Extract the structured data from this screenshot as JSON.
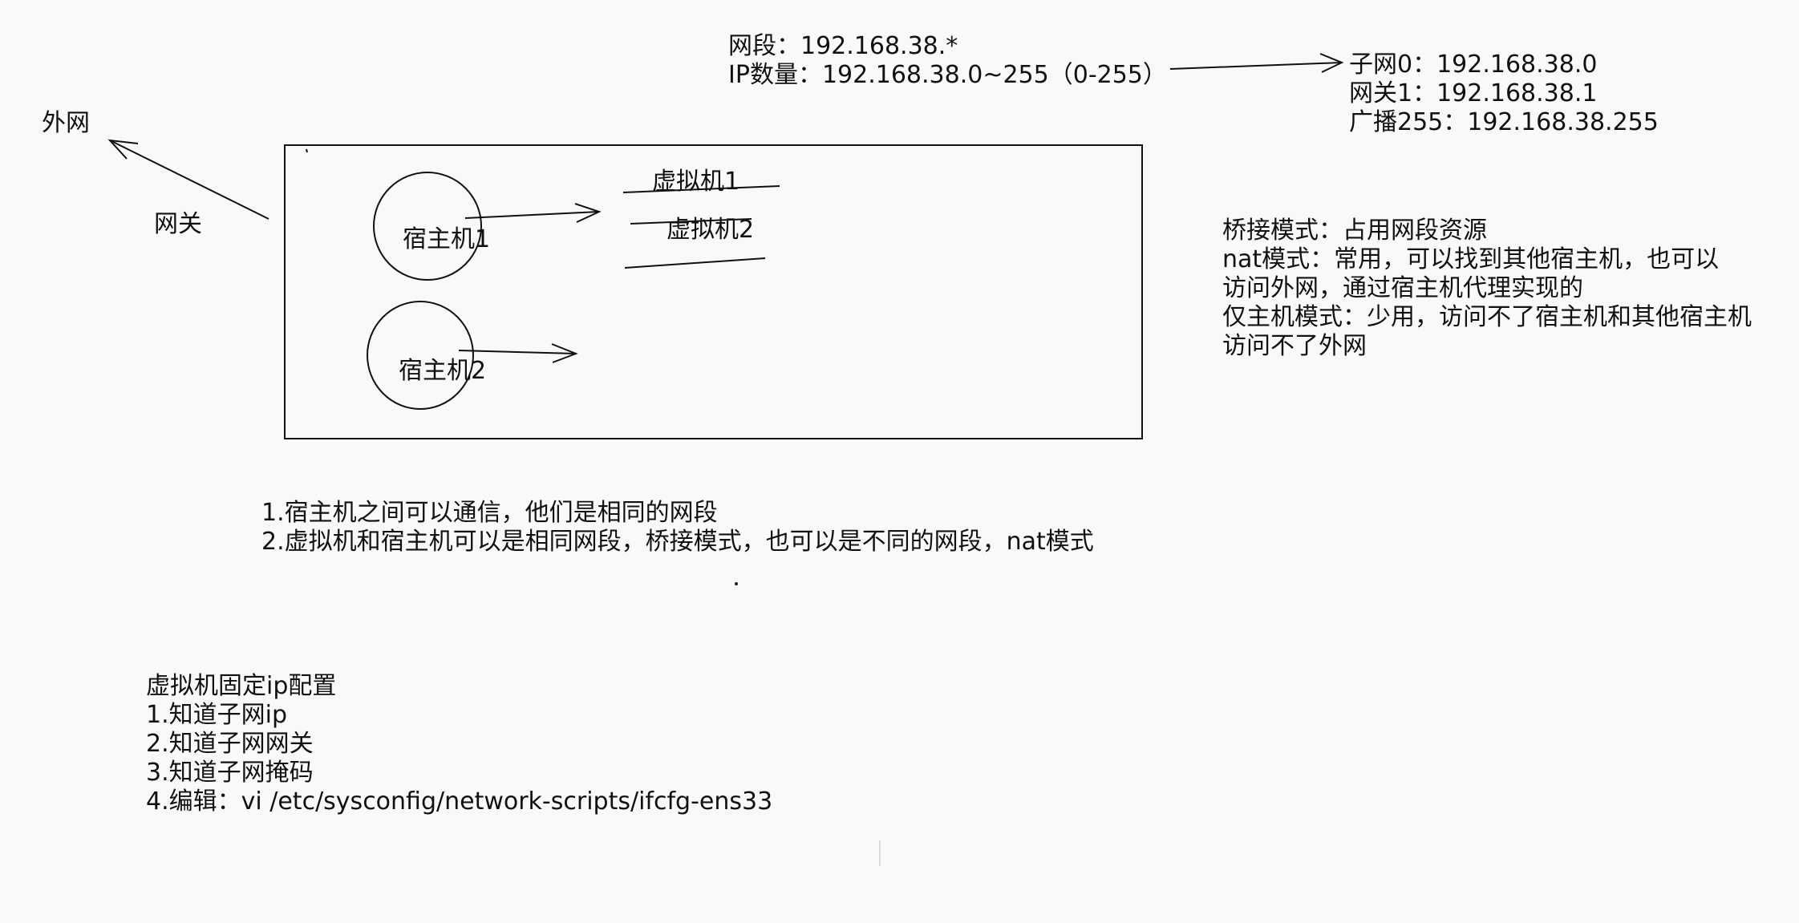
{
  "header_note": {
    "lines": [
      "网段：192.168.38.*",
      "IP数量：192.168.38.0~255（0-255）"
    ]
  },
  "subnet_note": {
    "lines": [
      "子网0：192.168.38.0",
      "网关1：192.168.38.1",
      "广播255：192.168.38.255"
    ]
  },
  "labels": {
    "external_network": "外网",
    "gateway": "网关",
    "host1": "宿主机1",
    "host2": "宿主机2",
    "vm1": "虚拟机1",
    "vm2": "虚拟机2"
  },
  "modes_note": {
    "lines": [
      "桥接模式：占用网段资源",
      "nat模式：常用，可以找到其他宿主机，也可以",
      "访问外网，通过宿主机代理实现的",
      "仅主机模式：少用，访问不了宿主机和其他宿主机",
      "访问不了外网"
    ]
  },
  "summary_note": {
    "lines": [
      "1.宿主机之间可以通信，他们是相同的网段",
      "2.虚拟机和宿主机可以是相同网段，桥接模式，也可以是不同的网段，nat模式"
    ]
  },
  "config_note": {
    "lines": [
      "虚拟机固定ip配置",
      "1.知道子网ip",
      "2.知道子网网关",
      "3.知道子网掩码",
      "4.编辑：vi /etc/sysconfig/network-scripts/ifcfg-ens33"
    ]
  },
  "colors": {
    "background": "#f9f9f9",
    "ink": "#111111"
  }
}
